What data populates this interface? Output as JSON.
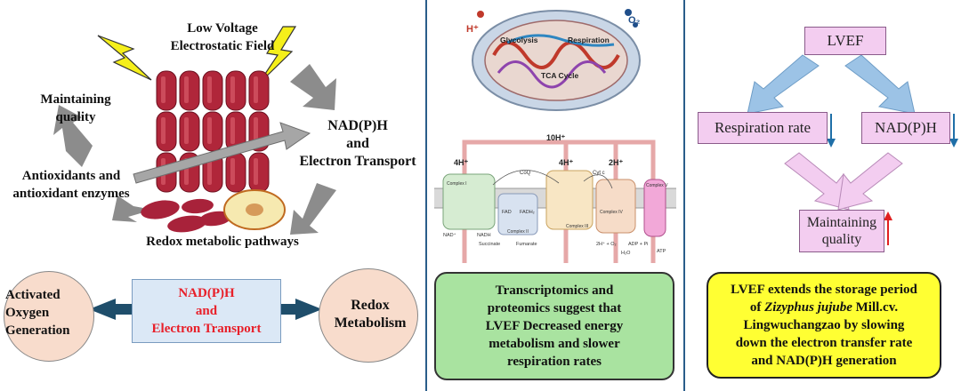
{
  "left_panel": {
    "title_line1": "Low Voltage",
    "title_line2": "Electrostatic Field",
    "maintaining_line1": "Maintaining",
    "maintaining_line2": "quality",
    "nadph_line1": "NAD(P)H",
    "nadph_line2": "and",
    "nadph_line3": "Electron Transport",
    "antioxidant_line1": "Antioxidants and",
    "antioxidant_line2": "antioxidant enzymes",
    "redox_pathways": "Redox metabolic pathways",
    "bottom_left_line1": "Activated",
    "bottom_left_line2": "Oxygen",
    "bottom_left_line3": "Generation",
    "bottom_center_line1": "NAD(P)H",
    "bottom_center_line2": "and",
    "bottom_center_line3": "Electron Transport",
    "bottom_right_line1": "Redox",
    "bottom_right_line2": "Metabolism"
  },
  "middle_panel": {
    "mito_labels": {
      "h_plus": "H⁺",
      "o2": "O₂",
      "glycolysis": "Glycolysis",
      "respiration": "Respiration",
      "tca": "TCA Cycle"
    },
    "etc_labels": {
      "top_h": "10H⁺",
      "h1": "4H⁺",
      "h2": "4H⁺",
      "h3": "2H⁺",
      "complex1": "Complex I",
      "complex2": "Complex II",
      "complex3": "Complex III",
      "complex4": "Complex IV",
      "complex5": "Complex V",
      "coq": "CoQ",
      "cytc": "Cyt c",
      "nad": "NAD⁺",
      "nadh": "NADH",
      "fad": "FAD",
      "fadh2": "FADH₂",
      "succinate": "Succinate",
      "fumarate": "Fumarate",
      "o2": "2H⁺ + O₂",
      "h2o": "H₂O",
      "adp": "ADP + Pi",
      "atp": "ATP"
    },
    "summary_line1": "Transcriptomics and",
    "summary_line2": "proteomics suggest that",
    "summary_line3": "LVEF Decreased energy",
    "summary_line4": "metabolism and slower",
    "summary_line5": "respiration rates"
  },
  "right_panel": {
    "lvef": "LVEF",
    "respiration": "Respiration rate",
    "nadph": "NAD(P)H",
    "quality_line1": "Maintaining",
    "quality_line2": "quality",
    "conclusion_line1": "LVEF extends the storage period",
    "conclusion_line2_a": "of ",
    "conclusion_line2_b": "Zizyphus jujube",
    "conclusion_line2_c": " Mill.cv.",
    "conclusion_line3": "Lingwuchangzao by slowing",
    "conclusion_line4": "down the electron transfer rate",
    "conclusion_line5": "and NAD(P)H generation"
  },
  "colors": {
    "divider": "#2a5d8a",
    "arrow_gray": "#8c8c8c",
    "arrow_dark_blue": "#1f4e6b",
    "jujube_red": "#b0263a",
    "green_box": "#a9e3a0",
    "yellow_box": "#ffff33",
    "pink_box": "#f3cdf0",
    "blue_arrow": "#9cc3e6",
    "down_arrow": "#1f6fa8",
    "up_arrow": "#e02020",
    "red_text": "#e8202a"
  }
}
